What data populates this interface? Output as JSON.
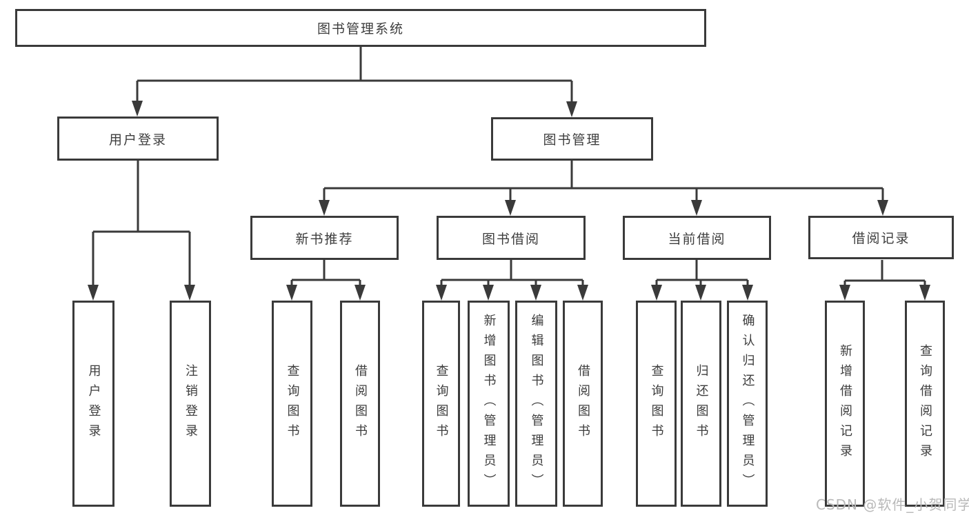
{
  "diagram": {
    "root": {
      "label": "图书管理系统"
    },
    "branches": [
      {
        "label": "用户登录",
        "children": [
          {
            "label": "用户登录"
          },
          {
            "label": "注销登录"
          }
        ]
      },
      {
        "label": "图书管理",
        "sections": [
          {
            "label": "新书推荐",
            "children": [
              {
                "label": "查询图书"
              },
              {
                "label": "借阅图书"
              }
            ]
          },
          {
            "label": "图书借阅",
            "children": [
              {
                "label": "查询图书"
              },
              {
                "label": "新增图书（管理员）"
              },
              {
                "label": "编辑图书（管理员）"
              },
              {
                "label": "借阅图书"
              }
            ]
          },
          {
            "label": "当前借阅",
            "children": [
              {
                "label": "查询图书"
              },
              {
                "label": "归还图书"
              },
              {
                "label": "确认归还（管理员）"
              }
            ]
          },
          {
            "label": "借阅记录",
            "children": [
              {
                "label": "新增借阅记录"
              },
              {
                "label": "查询借阅记录"
              }
            ]
          }
        ]
      }
    ],
    "colors": {
      "line": "#3a3a3a",
      "text": "#3d3d3d",
      "watermark": "#b9b9b9",
      "background": "#ffffff"
    },
    "watermark": "CSDN @软件_小贺同学"
  }
}
